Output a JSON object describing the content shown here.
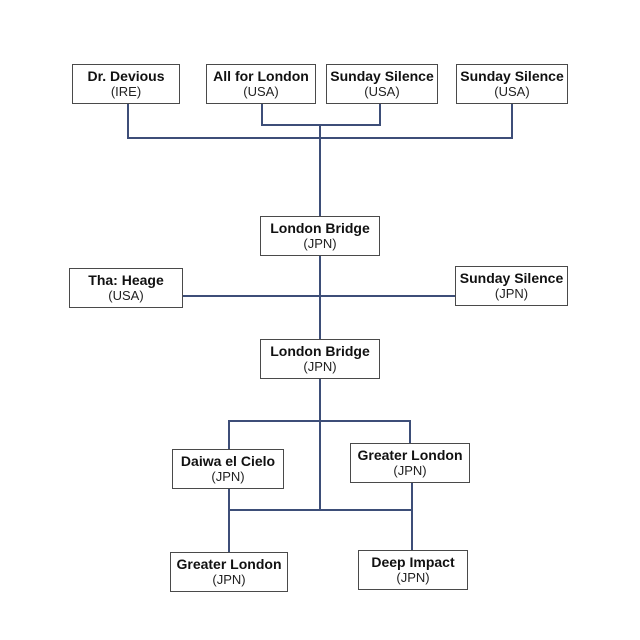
{
  "diagram": {
    "nodes": [
      {
        "id": "n1",
        "name": "Dr. Devious",
        "origin": "(IRE)"
      },
      {
        "id": "n2",
        "name": "All for London",
        "origin": "(USA)"
      },
      {
        "id": "n3",
        "name": "Sunday Silence",
        "origin": "(USA)"
      },
      {
        "id": "n4",
        "name": "Sunday Silence",
        "origin": "(USA)"
      },
      {
        "id": "n5",
        "name": "London Bridge",
        "origin": "(JPN)"
      },
      {
        "id": "n6",
        "name": "Tha: Heage",
        "origin": "(USA)"
      },
      {
        "id": "n7",
        "name": "Sunday Silence",
        "origin": "(JPN)"
      },
      {
        "id": "n8",
        "name": "London Bridge",
        "origin": "(JPN)"
      },
      {
        "id": "n9",
        "name": "Daiwa el Cielo",
        "origin": "(JPN)"
      },
      {
        "id": "n10",
        "name": "Greater London",
        "origin": "(JPN)"
      },
      {
        "id": "n11",
        "name": "Greater London",
        "origin": "(JPN)"
      },
      {
        "id": "n12",
        "name": "Deep Impact",
        "origin": "(JPN)"
      }
    ],
    "line_color": "#3d4e78",
    "border_color": "#4a4a4a"
  }
}
